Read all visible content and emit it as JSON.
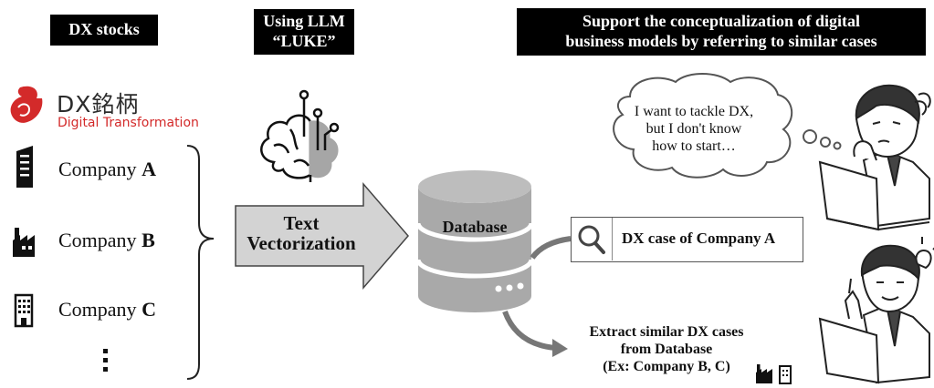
{
  "headers": {
    "dx_stocks": "DX stocks",
    "llm_line1": "Using LLM",
    "llm_line2": "“LUKE”",
    "support_line1": "Support the conceptualization of digital",
    "support_line2": "business models by referring to similar cases"
  },
  "logo": {
    "title": "DX銘柄",
    "subtitle": "Digital Transformation",
    "color": "#d32a2a"
  },
  "companies": [
    {
      "prefix": "Company ",
      "letter": "A",
      "icon": "office-building-icon"
    },
    {
      "prefix": "Company ",
      "letter": "B",
      "icon": "factory-icon"
    },
    {
      "prefix": "Company ",
      "letter": "C",
      "icon": "apartment-building-icon"
    }
  ],
  "vectorization": {
    "line1": "Text",
    "line2": "Vectorization"
  },
  "database": {
    "label": "Database"
  },
  "search": {
    "text": "DX case of Company A",
    "icon": "search-icon"
  },
  "extract": {
    "line1": "Extract similar DX cases",
    "line2": "from Database",
    "line3": "(Ex: Company B, C)"
  },
  "thought": {
    "line1": "I want to tackle DX,",
    "line2": "but I don't know",
    "line3": "how to start…"
  }
}
